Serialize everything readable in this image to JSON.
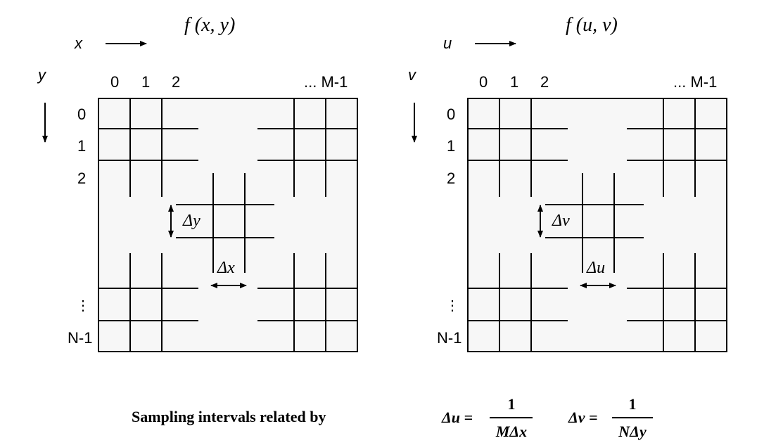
{
  "left_panel": {
    "title": "f (x, y)",
    "h_axis": "x",
    "v_axis": "y",
    "col_labels": [
      "0",
      "1",
      "2",
      "... M-1"
    ],
    "row_labels": [
      "0",
      "1",
      "2",
      "⋮",
      "N-1"
    ],
    "delta_v": "Δy",
    "delta_h": "Δx"
  },
  "right_panel": {
    "title": "f (u, v)",
    "h_axis": "u",
    "v_axis": "v",
    "col_labels": [
      "0",
      "1",
      "2",
      "... M-1"
    ],
    "row_labels": [
      "0",
      "1",
      "2",
      "⋮",
      "N-1"
    ],
    "delta_v": "Δv",
    "delta_h": "Δu"
  },
  "caption": {
    "text": "Sampling intervals related by",
    "eq1_lhs": "Δu =",
    "eq1_num": "1",
    "eq1_den": "MΔx",
    "eq2_lhs": "Δv =",
    "eq2_num": "1",
    "eq2_den": "NΔy"
  },
  "colors": {
    "grid_fill": "#f7f7f7",
    "line": "#000000"
  }
}
